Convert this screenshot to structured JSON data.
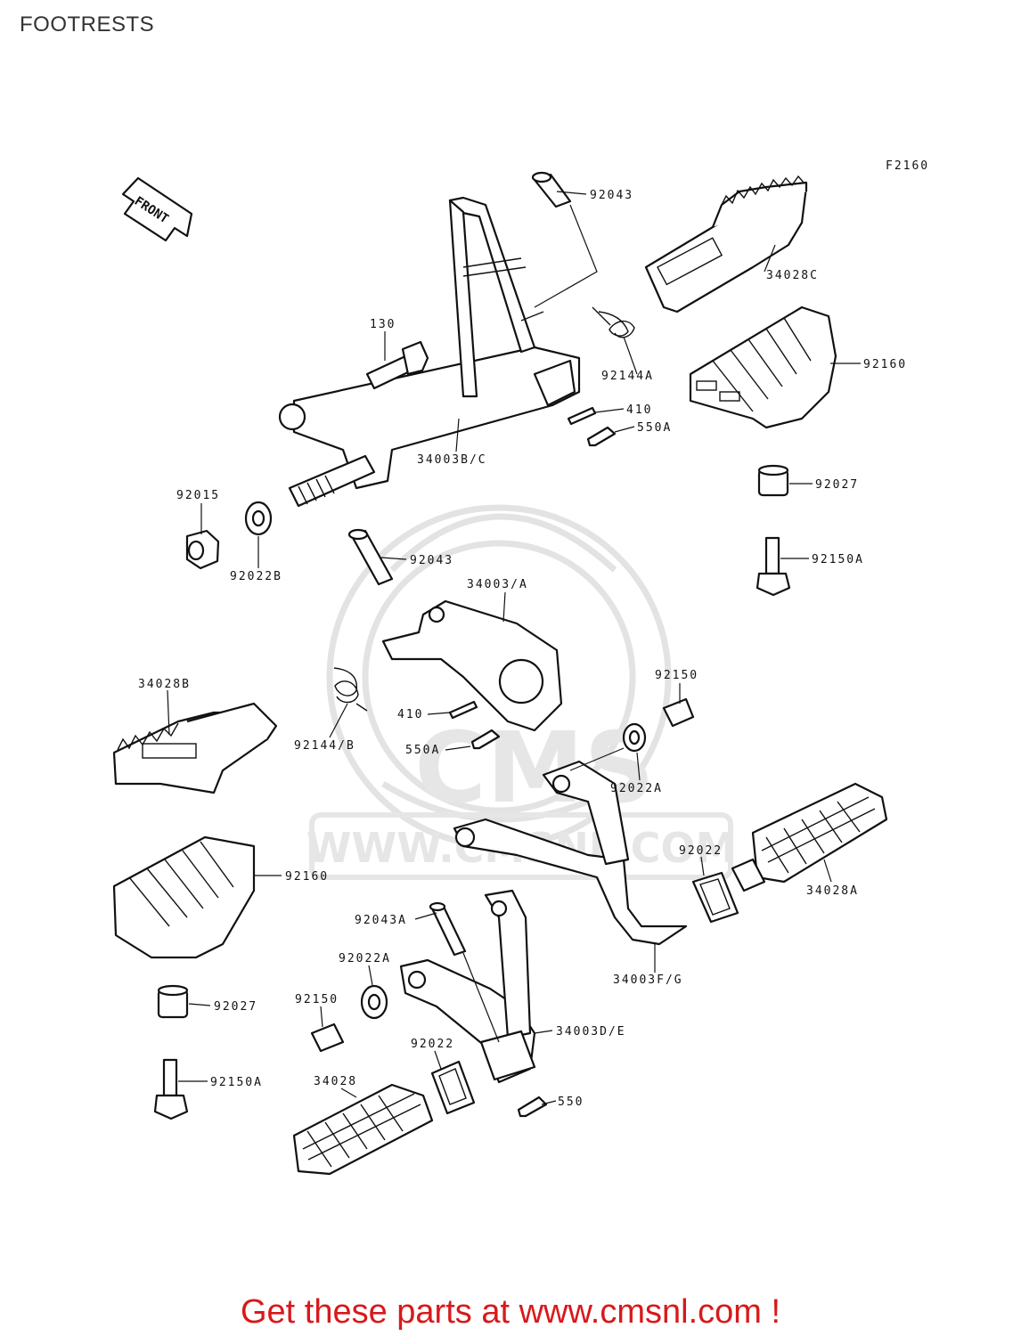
{
  "header": {
    "title": "FOOTRESTS"
  },
  "diagram": {
    "figure_code": "F2160",
    "front_indicator": "FRONT",
    "callouts": [
      {
        "id": "c0",
        "label": "92043"
      },
      {
        "id": "c1",
        "label": "34028C"
      },
      {
        "id": "c2",
        "label": "130"
      },
      {
        "id": "c3",
        "label": "92144A"
      },
      {
        "id": "c4",
        "label": "92160"
      },
      {
        "id": "c5",
        "label": "410"
      },
      {
        "id": "c6",
        "label": "550A"
      },
      {
        "id": "c7",
        "label": "34003B/C"
      },
      {
        "id": "c8",
        "label": "92015"
      },
      {
        "id": "c9",
        "label": "92022B"
      },
      {
        "id": "c10",
        "label": "92027"
      },
      {
        "id": "c11",
        "label": "92150A"
      },
      {
        "id": "c12",
        "label": "92043"
      },
      {
        "id": "c13",
        "label": "34003/A"
      },
      {
        "id": "c14",
        "label": "34028B"
      },
      {
        "id": "c15",
        "label": "92150"
      },
      {
        "id": "c16",
        "label": "410"
      },
      {
        "id": "c17",
        "label": "92144/B"
      },
      {
        "id": "c18",
        "label": "550A"
      },
      {
        "id": "c19",
        "label": "92022A"
      },
      {
        "id": "c20",
        "label": "92022"
      },
      {
        "id": "c21",
        "label": "92160"
      },
      {
        "id": "c22",
        "label": "34028A"
      },
      {
        "id": "c23",
        "label": "92043A"
      },
      {
        "id": "c24",
        "label": "34003F/G"
      },
      {
        "id": "c25",
        "label": "92022A"
      },
      {
        "id": "c26",
        "label": "92150"
      },
      {
        "id": "c27",
        "label": "92027"
      },
      {
        "id": "c28",
        "label": "34003D/E"
      },
      {
        "id": "c29",
        "label": "92022"
      },
      {
        "id": "c30",
        "label": "34028"
      },
      {
        "id": "c31",
        "label": "92150A"
      },
      {
        "id": "c32",
        "label": "550"
      }
    ],
    "watermark": {
      "logo": "CMS",
      "url": "WWW.CMSNL.COM"
    }
  },
  "footer": {
    "text": "Get these parts at www.cmsnl.com !",
    "color": "#d8191b"
  }
}
